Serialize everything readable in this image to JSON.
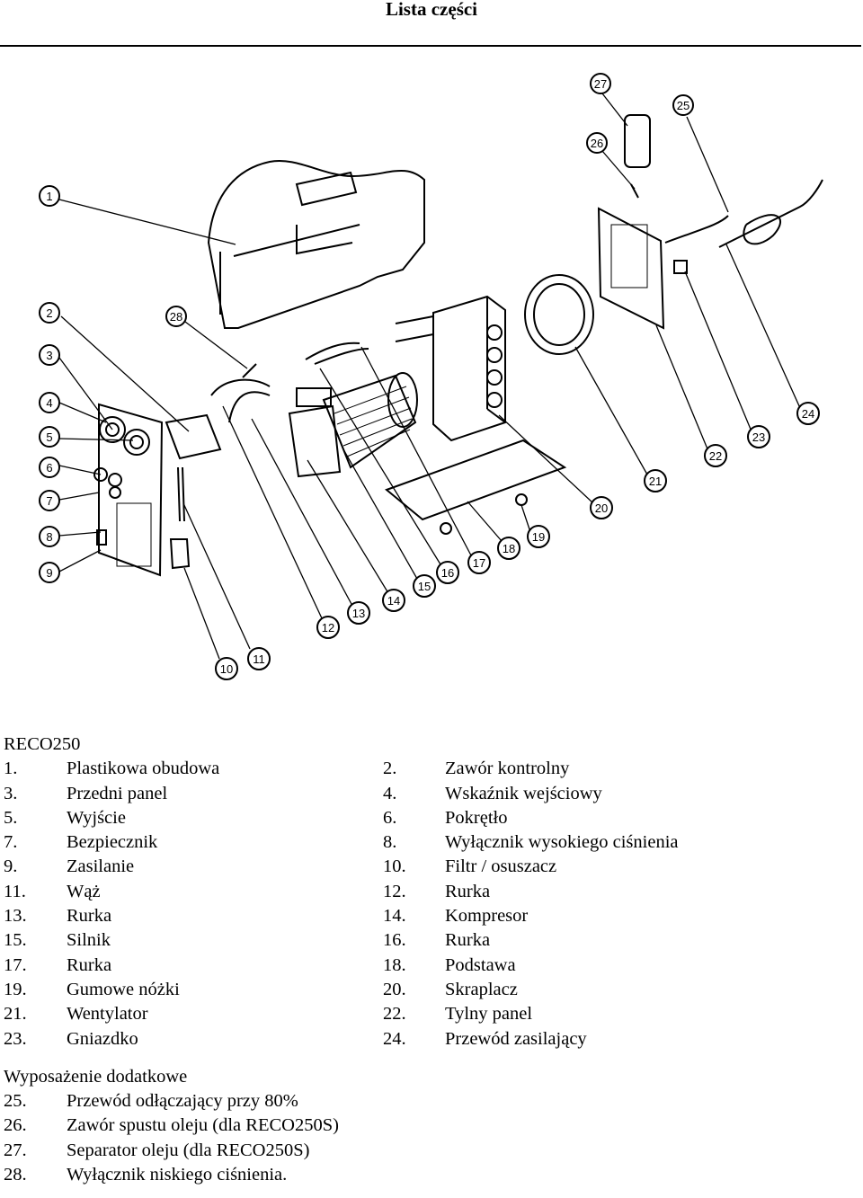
{
  "header": {
    "title": "Lista części"
  },
  "diagram": {
    "callouts": [
      "1",
      "2",
      "3",
      "4",
      "5",
      "6",
      "7",
      "8",
      "9",
      "10",
      "11",
      "12",
      "13",
      "14",
      "15",
      "16",
      "17",
      "18",
      "19",
      "20",
      "21",
      "22",
      "23",
      "24",
      "25",
      "26",
      "27",
      "28"
    ]
  },
  "legend": {
    "model": "RECO250",
    "parts": [
      {
        "n": "1.",
        "t": "Plastikowa obudowa"
      },
      {
        "n": "2.",
        "t": "Zawór kontrolny"
      },
      {
        "n": "3.",
        "t": "Przedni panel"
      },
      {
        "n": "4.",
        "t": "Wskaźnik wejściowy"
      },
      {
        "n": "5.",
        "t": "Wyjście"
      },
      {
        "n": "6.",
        "t": "Pokrętło"
      },
      {
        "n": "7.",
        "t": "Bezpiecznik"
      },
      {
        "n": "8.",
        "t": "Wyłącznik wysokiego ciśnienia"
      },
      {
        "n": "9.",
        "t": "Zasilanie"
      },
      {
        "n": "10.",
        "t": "Filtr / osuszacz"
      },
      {
        "n": "11.",
        "t": "Wąż"
      },
      {
        "n": "12.",
        "t": "Rurka"
      },
      {
        "n": "13.",
        "t": "Rurka"
      },
      {
        "n": "14.",
        "t": "Kompresor"
      },
      {
        "n": "15.",
        "t": "Silnik"
      },
      {
        "n": "16.",
        "t": "Rurka"
      },
      {
        "n": "17.",
        "t": "Rurka"
      },
      {
        "n": "18.",
        "t": "Podstawa"
      },
      {
        "n": "19.",
        "t": "Gumowe nóżki"
      },
      {
        "n": "20.",
        "t": "Skraplacz"
      },
      {
        "n": "21.",
        "t": "Wentylator"
      },
      {
        "n": "22.",
        "t": "Tylny panel"
      },
      {
        "n": "23.",
        "t": "Gniazdko"
      },
      {
        "n": "24.",
        "t": "Przewód zasilający"
      }
    ],
    "accessories_title": "Wyposażenie dodatkowe",
    "accessories": [
      {
        "n": "25.",
        "t": "Przewód odłączający przy 80%"
      },
      {
        "n": "26.",
        "t": "Zawór spustu oleju (dla RECO250S)"
      },
      {
        "n": "27.",
        "t": "Separator oleju (dla RECO250S)"
      },
      {
        "n": "28.",
        "t": "Wyłącznik niskiego ciśnienia."
      }
    ]
  }
}
